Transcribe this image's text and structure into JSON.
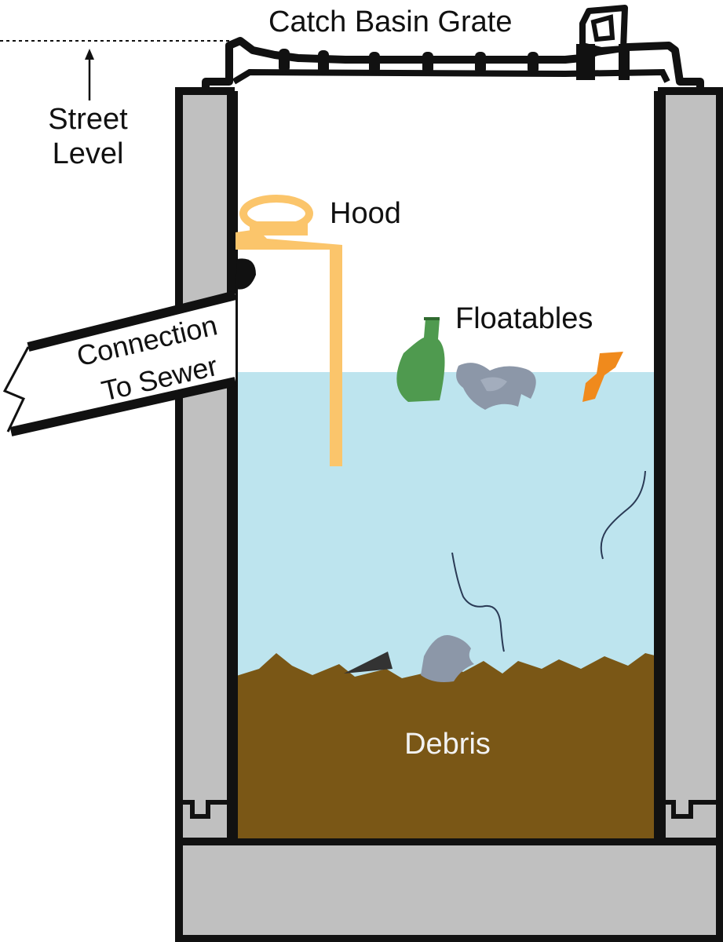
{
  "labels": {
    "catch_basin_grate": "Catch Basin Grate",
    "street_line1": "Street",
    "street_line2": "Level",
    "hood": "Hood",
    "floatables": "Floatables",
    "connection_line1": "Connection",
    "connection_line2": "To Sewer",
    "debris": "Debris"
  },
  "colors": {
    "outline": "#111111",
    "concrete": "#c0c0c0",
    "water": "#bde4ee",
    "debris": "#7a5716",
    "hood": "#fbc56b",
    "bottle": "#4f9a4f",
    "floatable_gray": "#8c97a8",
    "floatable_orange": "#f08a1c",
    "pipe": "#ffffff",
    "debris_label": "#f2f2f2"
  },
  "icons": {
    "bottle": "bottle-icon",
    "plastic_bag": "plastic-bag-icon",
    "cup": "cup-icon",
    "leaf": "leaf-icon",
    "stone": "stone-icon"
  }
}
